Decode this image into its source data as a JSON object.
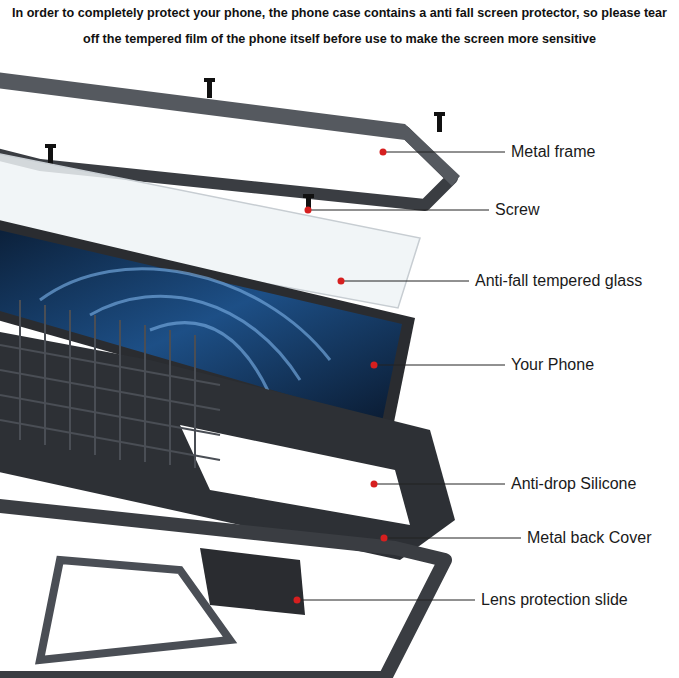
{
  "diagram": {
    "title": "In order to completely protect your phone, the phone case contains a anti fall screen protector, so please tear off the tempered film of the phone itself before use to make the screen more sensitive",
    "labels": [
      "Metal frame",
      "Screw",
      "Anti-fall tempered glass",
      "Your Phone",
      "Anti-drop Silicone",
      "Metal back Cover",
      "Lens protection slide"
    ]
  }
}
